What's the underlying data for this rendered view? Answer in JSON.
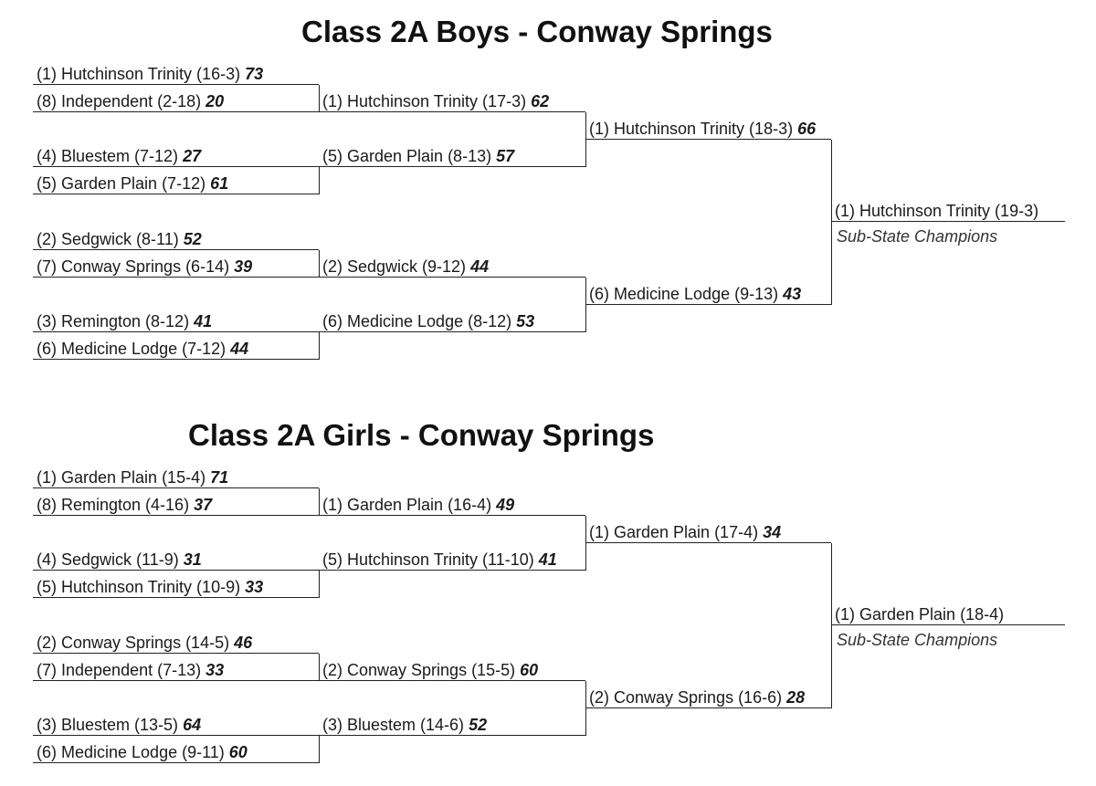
{
  "boys": {
    "title": "Class 2A Boys - Conway Springs",
    "round1": [
      {
        "team": "(1) Hutchinson Trinity (16-3)",
        "score": "73"
      },
      {
        "team": "(8) Independent (2-18)",
        "score": "20"
      },
      {
        "team": "(4) Bluestem (7-12)",
        "score": "27"
      },
      {
        "team": "(5) Garden Plain (7-12)",
        "score": "61"
      },
      {
        "team": "(2) Sedgwick (8-11)",
        "score": "52"
      },
      {
        "team": "(7) Conway Springs (6-14)",
        "score": "39"
      },
      {
        "team": "(3) Remington (8-12)",
        "score": "41"
      },
      {
        "team": "(6) Medicine Lodge (7-12)",
        "score": "44"
      }
    ],
    "round2": [
      {
        "team": "(1) Hutchinson Trinity (17-3)",
        "score": "62"
      },
      {
        "team": "(5) Garden Plain (8-13)",
        "score": "57"
      },
      {
        "team": "(2) Sedgwick (9-12)",
        "score": "44"
      },
      {
        "team": "(6) Medicine Lodge (8-12)",
        "score": "53"
      }
    ],
    "round3": [
      {
        "team": "(1) Hutchinson Trinity (18-3)",
        "score": "66"
      },
      {
        "team": "(6) Medicine Lodge (9-13)",
        "score": "43"
      }
    ],
    "champion": {
      "team": "(1) Hutchinson Trinity (19-3)",
      "label": "Sub-State Champions"
    }
  },
  "girls": {
    "title": "Class 2A Girls - Conway Springs",
    "round1": [
      {
        "team": "(1) Garden Plain (15-4)",
        "score": "71"
      },
      {
        "team": "(8) Remington (4-16)",
        "score": "37"
      },
      {
        "team": "(4) Sedgwick (11-9)",
        "score": "31"
      },
      {
        "team": "(5) Hutchinson Trinity (10-9)",
        "score": "33"
      },
      {
        "team": "(2) Conway Springs (14-5)",
        "score": "46"
      },
      {
        "team": "(7) Independent (7-13)",
        "score": "33"
      },
      {
        "team": "(3) Bluestem (13-5)",
        "score": "64"
      },
      {
        "team": "(6) Medicine Lodge (9-11)",
        "score": "60"
      }
    ],
    "round2": [
      {
        "team": "(1) Garden Plain (16-4)",
        "score": "49"
      },
      {
        "team": "(5) Hutchinson Trinity (11-10)",
        "score": "41"
      },
      {
        "team": "(2) Conway Springs (15-5)",
        "score": "60"
      },
      {
        "team": "(3) Bluestem (14-6)",
        "score": "52"
      }
    ],
    "round3": [
      {
        "team": "(1) Garden Plain (17-4)",
        "score": "34"
      },
      {
        "team": "(2) Conway Springs (16-6)",
        "score": "28"
      }
    ],
    "champion": {
      "team": "(1) Garden Plain (18-4)",
      "label": "Sub-State Champions"
    }
  }
}
